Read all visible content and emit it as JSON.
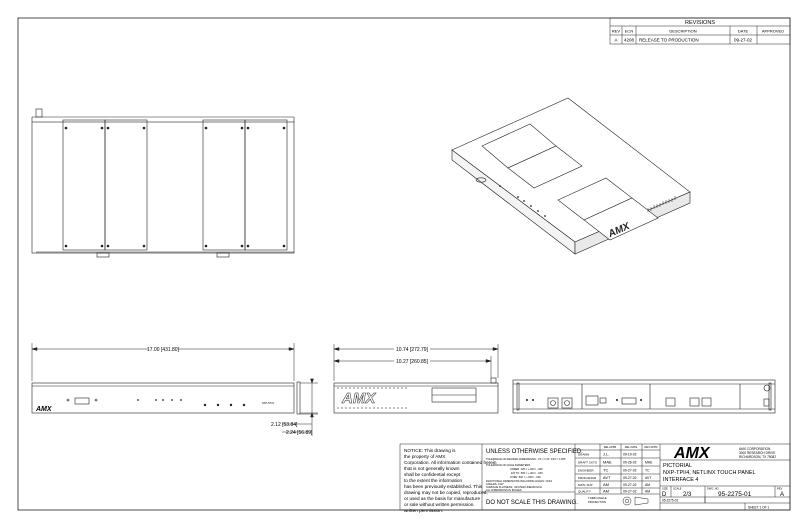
{
  "revisions": {
    "title": "REVISIONS",
    "headers": [
      "REV",
      "ECN",
      "DESCRIPTION",
      "DATE",
      "APPROVED"
    ],
    "rows": [
      {
        "rev": "A",
        "ecn": "4208",
        "description": "RELEASE TO PRODUCTION",
        "date": "09-27-02",
        "approved": ""
      }
    ]
  },
  "dimensions": {
    "front_width": "17.00 [431.80]",
    "side_depth": "10.74 [272.79]",
    "side_depth_inner": "10.27 [260.85]",
    "height_1": "2.12 [53.84]",
    "height_2": "2.24 [56.89]"
  },
  "front_panel": {
    "logo": "AMX",
    "model_label": "NXP-TPI/4"
  },
  "side_panel": {
    "logo": "AMX"
  },
  "notice": "NOTICE:  This drawing is the property of AMX Corporation. All information contained herein that is not generally known shall be confidential except to the extent the information has been previously established. This drawing may not be copied, reproduced, or used as the basis for manufacture or sale without written permission.",
  "tolerance": {
    "heading": "UNLESS OTHERWISE SPECIFIED:",
    "line1": "TOLERANCE ON DECIMAL DIMENSIONS:  .XX = ±.03   .XXX = ±.005",
    "line2": "TOLERANCE ON HOLE DIAMETERS:",
    "line3": "UNDER .125 = +.003 / -.000",
    "line4": ".126 TO .500 = +.004 / -.000",
    "line5": "OVER .500 = +.006 / -.000",
    "line6": "FRACTIONAL DIMENSIONS INCLUDING HOLES: ±1/64",
    "line7": "ANGLES: ±1/2°",
    "line8": "SURFACE FLATNESS: .004 PER LINEAR INCH",
    "line9": "ALL DIMENSIONS IN INCHES",
    "footer": "DO NOT SCALE THIS DRAWING."
  },
  "approvals": {
    "headers": [
      "",
      "REL APPR",
      "REL DATE",
      "REV APPR"
    ],
    "rows": [
      {
        "role": "DRAWN",
        "by": "J.L.",
        "date": "09-19-02",
        "appr": ""
      },
      {
        "role": "DRAFT CKTG",
        "by": "MAE",
        "date": "09-26-02",
        "appr": "MAE"
      },
      {
        "role": "ENGINEER",
        "by": "TC",
        "date": "09-27-02",
        "appr": "TC"
      },
      {
        "role": "PROD ENGR",
        "by": "AVT",
        "date": "09-27-02",
        "appr": "AVT"
      },
      {
        "role": "MATL SUP",
        "by": "AM",
        "date": "09-27-02",
        "appr": "AM"
      },
      {
        "role": "QUALITY",
        "by": "AM",
        "date": "09-27-02",
        "appr": "AM"
      }
    ],
    "third_angle": "THIRD ANGLE PROJECTION"
  },
  "title_block": {
    "logo": "AMX",
    "company_line1": "AMX CORPORATION",
    "company_line2": "3000 RESEARCH DRIVE",
    "company_line3": "RICHARDSON, TX 75082",
    "title_line1": "PICTORIAL",
    "title_line2": "NXP-TPI/4, NETLINX TOUCH PANEL",
    "title_line3": "INTERFACE 4",
    "size_label": "SIZE",
    "size": "D",
    "scale_label": "SCALE",
    "scale": "2/3",
    "dwg_no_label": "DWG. NO.",
    "dwg_no": "95-2275-01",
    "rev_label": "REV",
    "rev": "A",
    "file": "95-2275-01",
    "sheet": "SHEET  1 OF 1"
  }
}
